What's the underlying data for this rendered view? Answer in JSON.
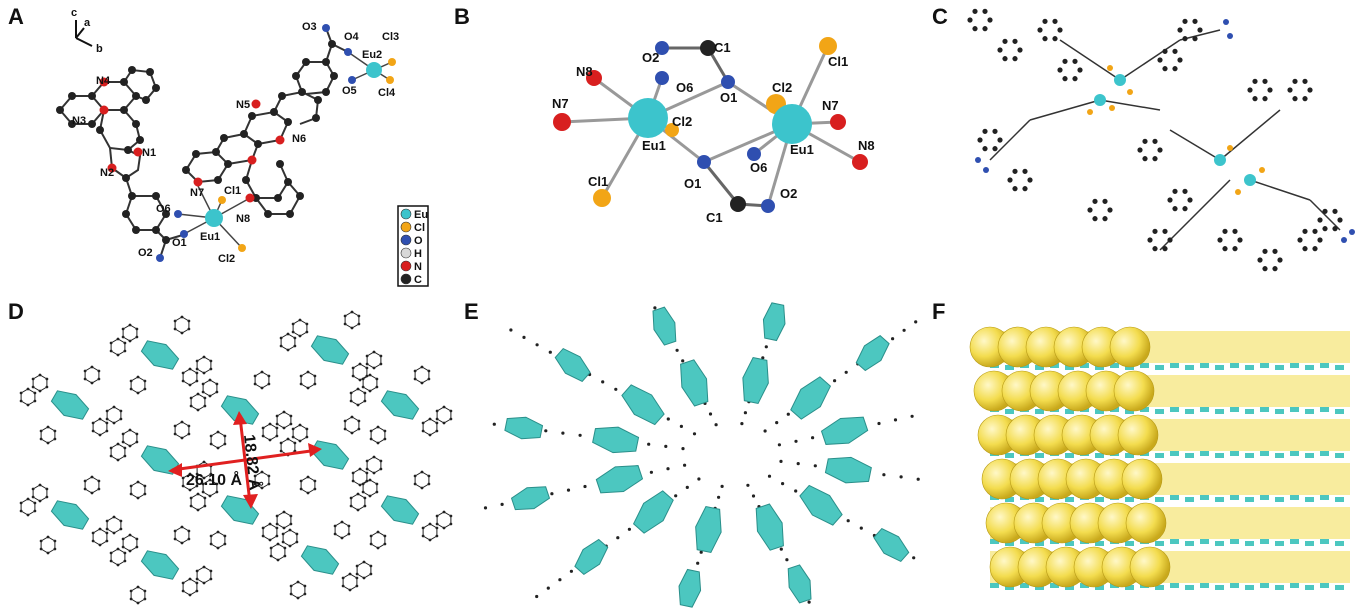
{
  "panels": [
    {
      "letter": "A"
    },
    {
      "letter": "B"
    },
    {
      "letter": "C"
    },
    {
      "letter": "D"
    },
    {
      "letter": "E"
    },
    {
      "letter": "F"
    }
  ],
  "panel_a": {
    "axes": {
      "c": "c",
      "a": "a",
      "b": "b"
    },
    "atom_labels": {
      "n4": "N4",
      "n3": "N3",
      "n1": "N1",
      "n2": "N2",
      "n5": "N5",
      "n6": "N6",
      "n7": "N7",
      "n8": "N8",
      "cl1": "Cl1",
      "cl2": "Cl2",
      "cl3": "Cl3",
      "cl4": "Cl4",
      "o1": "O1",
      "o2": "O2",
      "o3": "O3",
      "o4": "O4",
      "o5": "O5",
      "o6": "O6",
      "eu1": "Eu1",
      "eu2": "Eu2"
    },
    "legend": [
      {
        "label": "Eu",
        "color": "#3cc4cc"
      },
      {
        "label": "Cl",
        "color": "#f2a516"
      },
      {
        "label": "O",
        "color": "#2f4fb0"
      },
      {
        "label": "H",
        "color": "#d8d8d8"
      },
      {
        "label": "N",
        "color": "#d81f1f"
      },
      {
        "label": "C",
        "color": "#222222"
      }
    ]
  },
  "panel_b": {
    "labels": {
      "n8a": "N8",
      "n7a": "N7",
      "o2a": "O2",
      "c1a": "C1",
      "o6a": "O6",
      "o1a": "O1",
      "cl2a": "Cl2",
      "eu1a": "Eu1",
      "cl1a": "Cl1",
      "o1b": "O1",
      "c1b": "C1",
      "cl2b": "Cl2",
      "cl1b": "Cl1",
      "n7b": "N7",
      "eu1b": "Eu1",
      "o6b": "O6",
      "o2b": "O2",
      "n8b": "N8"
    }
  },
  "panel_d": {
    "dim_horizontal": "26.10 Å",
    "dim_vertical": "18.82 Å"
  },
  "colors": {
    "eu": "#3cc4cc",
    "cl": "#f2a516",
    "o": "#2f4fb0",
    "n": "#d81f1f",
    "c": "#222222",
    "poly": "#4cc7c0",
    "sphere": "#f3dc4e",
    "arrow": "#e02020"
  }
}
